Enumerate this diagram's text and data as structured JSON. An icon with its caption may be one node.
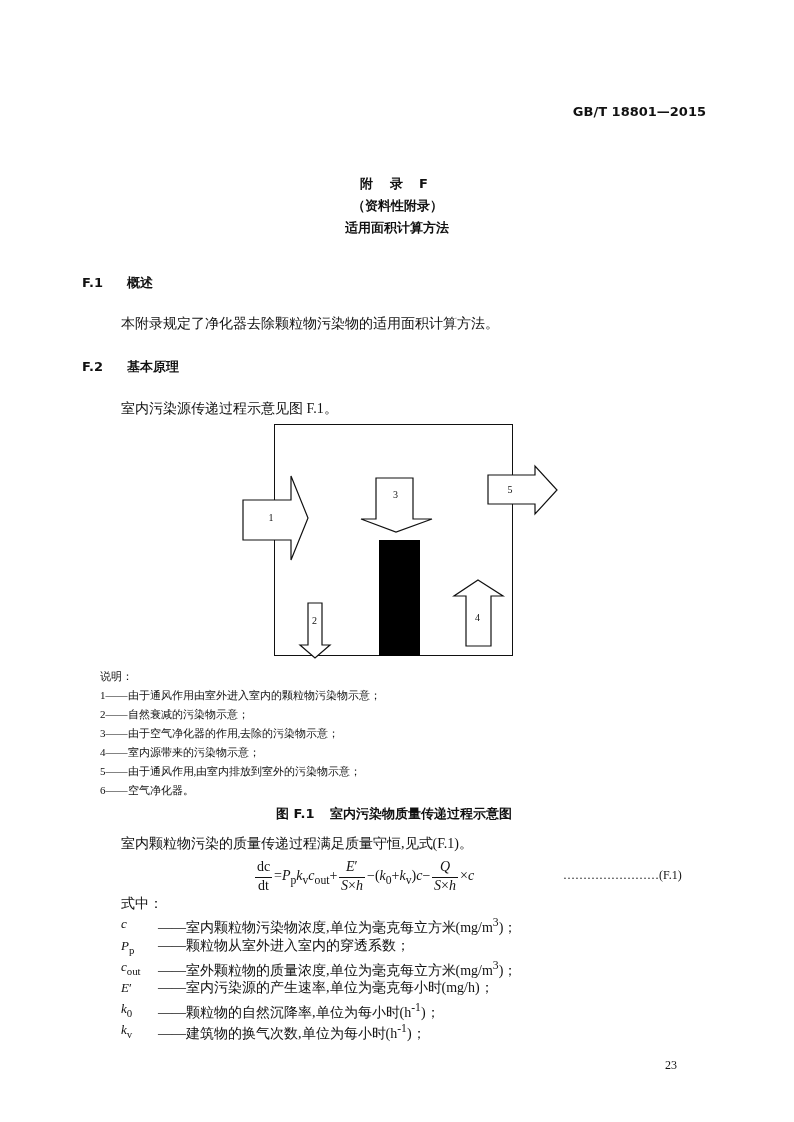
{
  "diagram": {
    "nodes": [
      {
        "text": [],
        "shape": "box"
      },
      {
        "text": [
          "1"
        ]
      },
      {
        "text": [
          "2"
        ],
        "in": 0
      },
      {
        "text": [
          "3"
        ],
        "in": 0
      },
      {
        "text": [],
        "shape": "box",
        "in": 0
      },
      {
        "text": [
          "4"
        ],
        "in": 0
      },
      {
        "text": [
          "5"
        ]
      }
    ],
    "edges": [],
    "labels": [
      "GB/T 18801—2015",
      "附 录 F",
      "（资料性附录）",
      "适用面积计算方法",
      "F.1",
      "概述",
      "本附录规定了净化器去除颗粒物污染物的适用面积计算方法。",
      "F.2",
      "基本原理",
      "室内污染源传递过程示意见图 F.1。",
      "说明：",
      "1——由于通风作用由室外进入室内的颗粒物污染物示意；",
      "2——自然衰减的污染物示意；",
      "3——由于空气净化器的作用,去除的污染物示意；",
      "4——室内源带来的污染物示意；",
      "5——由于通风作用,由室内排放到室外的污染物示意；",
      "6——空气净化器。",
      "图 F.1",
      "室内污染物质量传递过程示意图",
      "室内颗粒物污染的质量传递过程满足质量守恒,见式(F.1)。",
      "dc",
      "dt",
      "=*P*$_{p}$*k*$_{v}$*c*$_{out}$+",
      "*E*′",
      "*S*×*h*",
      "−(*k*$_{0}$+*k*$_{v}$)*c*−",
      "*Q*",
      "*S*×*h*",
      "×*c*",
      "……………………(F.1)",
      "式中：",
      "*c*",
      "——室内颗粒物污染物浓度,单位为毫克每立方米(mg/m$^{3}$)；",
      "*P*$_{p}$",
      "——颗粒物从室外进入室内的穿透系数；",
      "*c*$_{out}$",
      "——室外颗粒物的质量浓度,单位为毫克每立方米(mg/m$^{3}$)；",
      "*E*′",
      "——室内污染源的产生速率,单位为毫克每小时(mg/h)；",
      "*k*$_{0}$",
      "——颗粒物的自然沉降率,单位为每小时(h$^{-1}$)；",
      "*k*$_{v}$",
      "——建筑物的换气次数,单位为每小时(h$^{-1}$)；",
      "23"
    ]
  }
}
